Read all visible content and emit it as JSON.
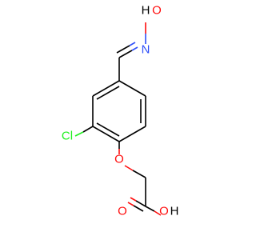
{
  "atoms": {
    "hydroxyl_h": "H",
    "oxime_o": "O",
    "oxime_n": "N",
    "chlorine": "Cl",
    "ether_o": "O",
    "carbonyl_o": "O",
    "acid_o": "O",
    "acid_h": "H"
  },
  "colors": {
    "carbon_bond": "#000000",
    "oxygen": "#ff0d0d",
    "nitrogen": "#3050f8",
    "chlorine": "#1ff01f",
    "hydrogen": "#000000",
    "background": "#ffffff"
  }
}
